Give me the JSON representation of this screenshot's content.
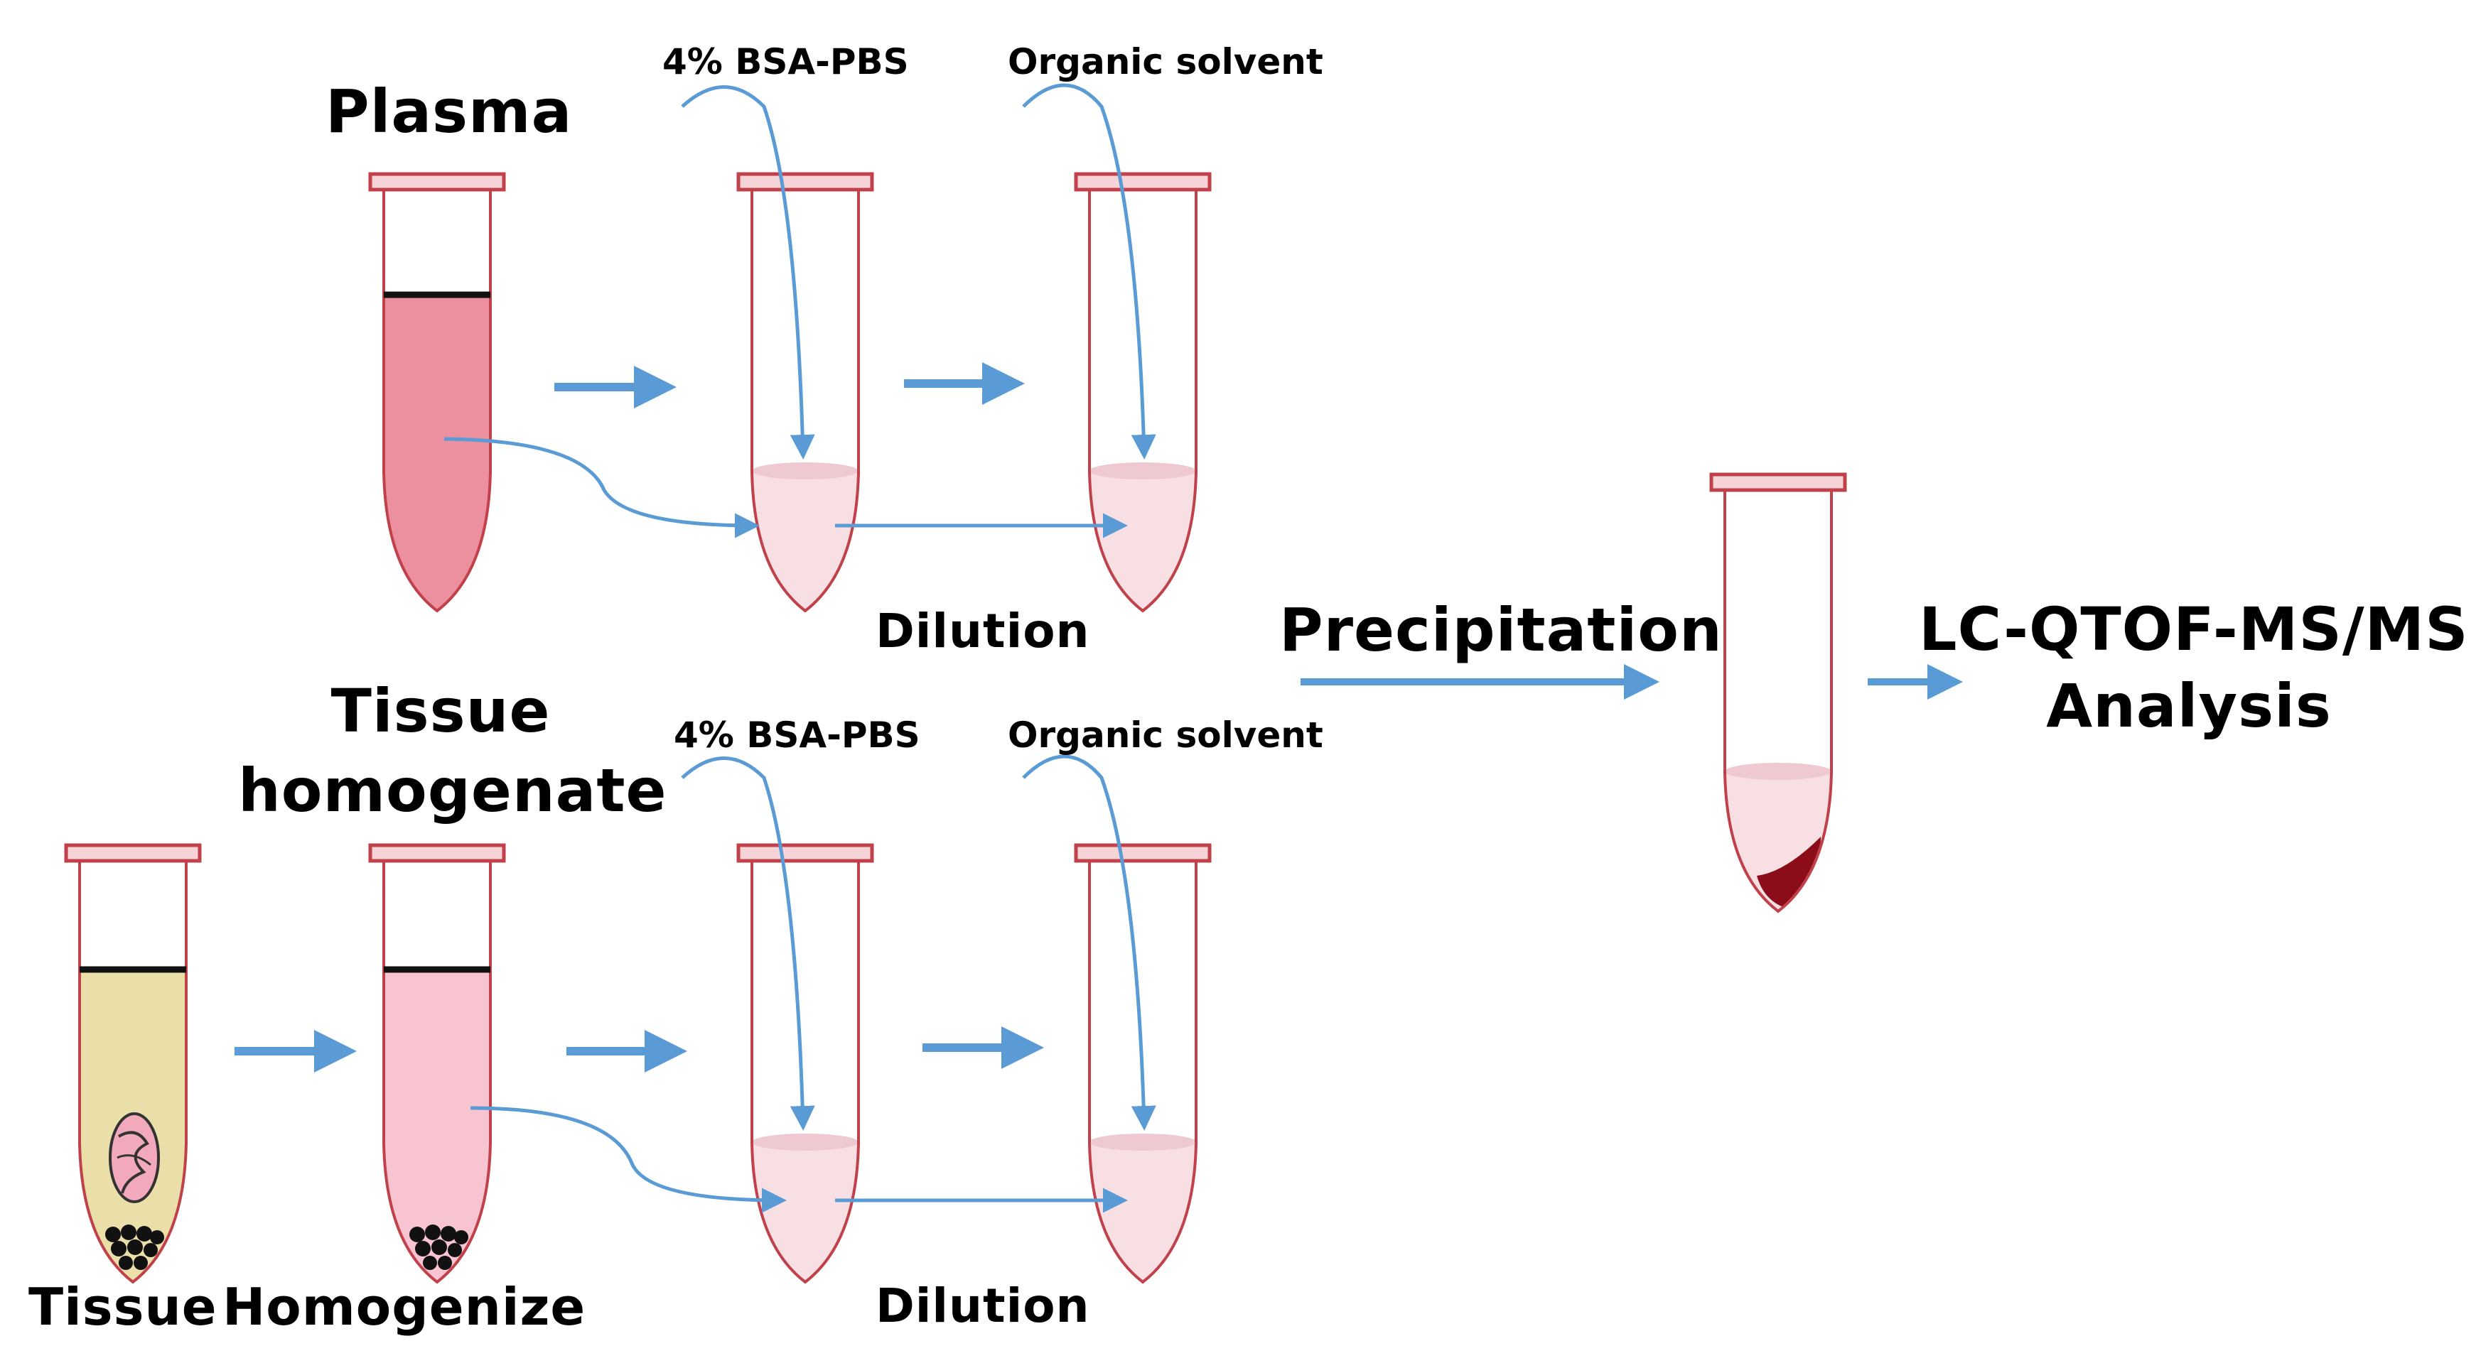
{
  "labels": {
    "plasma": "Plasma",
    "tissue_homogenate": [
      "Tissue",
      "homogenate"
    ],
    "bsa_top": "4% BSA-PBS",
    "organic_top": "Organic solvent",
    "bsa_bottom": "4% BSA-PBS",
    "organic_bottom": "Organic solvent",
    "dilution_top": "Dilution",
    "dilution_bottom": "Dilution",
    "precipitation": "Precipitation",
    "analysis": [
      "LC-QTOF-MS/MS",
      "Analysis"
    ],
    "tissue": "Tissue",
    "homogenize": "Homogenize"
  },
  "colors": {
    "tube_outline": "#c0414a",
    "cap_fill": "#f5d3d6",
    "plasma_fill": "#ec8f9f",
    "homogenate_fill": "#f8c4d1",
    "tissue_fill": "#eadfa8",
    "diluted_fill": "#f7dfe4",
    "pellet": "#8c0d1a",
    "arrow": "#5b9bd5",
    "line": "#111111"
  }
}
